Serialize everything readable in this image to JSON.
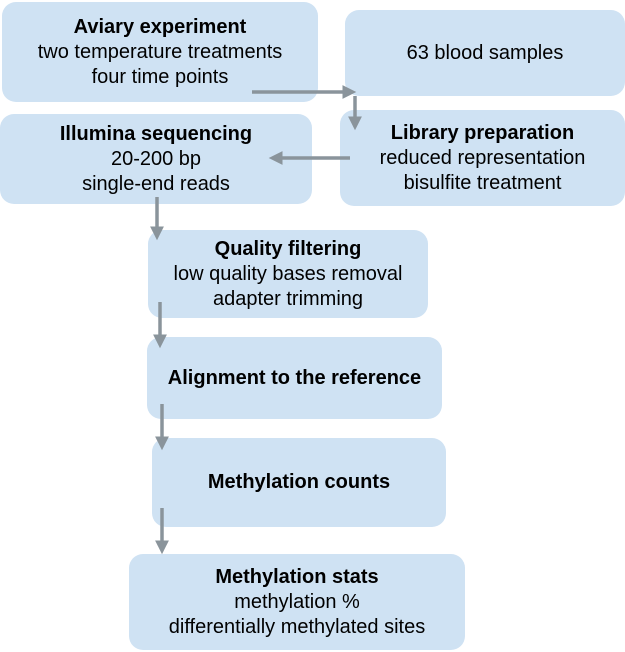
{
  "colors": {
    "box_fill": "#cfe2f3",
    "arrow": "#8a949b"
  },
  "boxes": {
    "aviary": {
      "title": "Aviary experiment",
      "line1": "two temperature treatments",
      "line2": "four time points"
    },
    "samples": {
      "line1": "63  blood samples"
    },
    "illumina": {
      "title": "Illumina sequencing",
      "line1": "20-200 bp",
      "line2": "single-end reads"
    },
    "library": {
      "title": "Library preparation",
      "line1": "reduced representation",
      "line2": "bisulfite treatment"
    },
    "quality": {
      "title": "Quality filtering",
      "line1": "low quality bases removal",
      "line2": "adapter trimming"
    },
    "alignment": {
      "title": "Alignment to the reference"
    },
    "counts": {
      "title": "Methylation counts"
    },
    "stats": {
      "title": "Methylation stats",
      "line1": "methylation %",
      "line2": "differentially methylated sites"
    }
  }
}
